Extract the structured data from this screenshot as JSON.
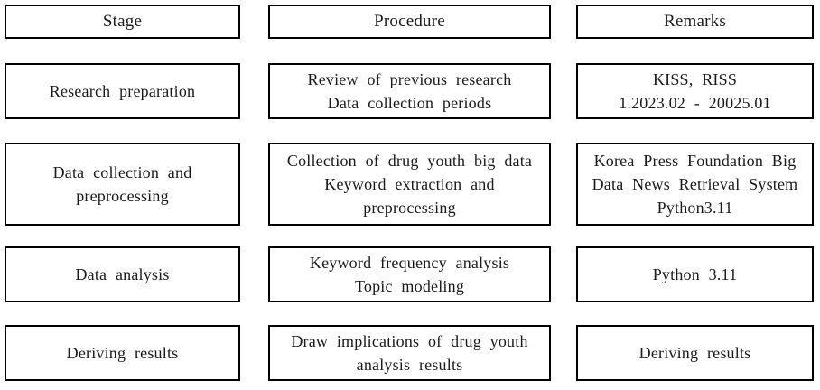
{
  "colors": {
    "background": "#ffffff",
    "border": "#000000",
    "text": "#1a1a1a"
  },
  "columns": {
    "stage": "Stage",
    "procedure": "Procedure",
    "remarks": "Remarks"
  },
  "rows": [
    {
      "stage": "Research preparation",
      "procedure": "Review of previous research\nData collection periods",
      "remarks": "KISS, RISS\n1.2023.02 - 20025.01"
    },
    {
      "stage": "Data collection and\npreprocessing",
      "procedure": "Collection of drug youth big data\nKeyword extraction and\npreprocessing",
      "remarks": "Korea Press Foundation Big\nData News Retrieval System\nPython3.11"
    },
    {
      "stage": "Data analysis",
      "procedure": "Keyword frequency analysis\nTopic modeling",
      "remarks": "Python 3.11"
    },
    {
      "stage": "Deriving results",
      "procedure": "Draw implications of drug youth\nanalysis results",
      "remarks": "Deriving results"
    }
  ]
}
